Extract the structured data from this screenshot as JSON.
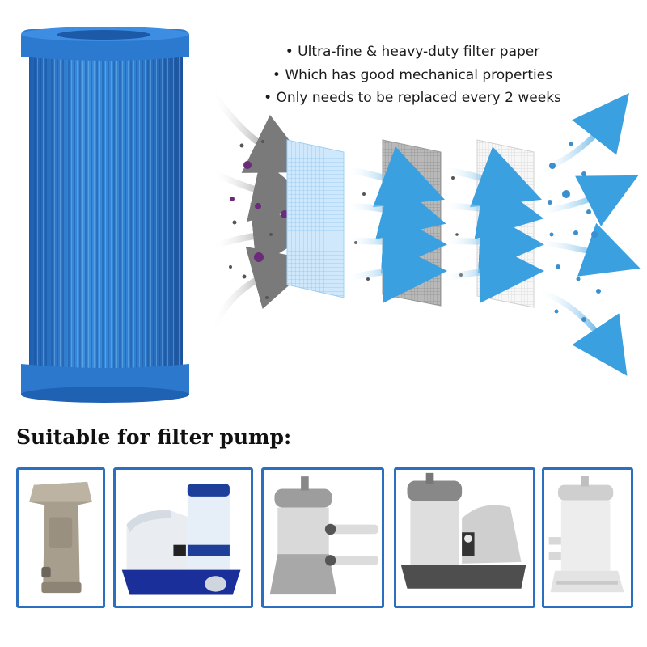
{
  "features": [
    "Ultra-fine & heavy-duty filter paper",
    "Which has good mechanical properties",
    "Only needs to be replaced every 2 weeks"
  ],
  "section_heading": "Suitable for filter pump:",
  "colors": {
    "filter_blue": "#2f7fd0",
    "card_border": "#2a6fc0",
    "arrow_blue": "#3aa0e0",
    "impurity_purple": "#6b2a7a"
  },
  "filter_layers": [
    "blue-mesh",
    "grey-mesh",
    "white-mesh"
  ],
  "pumps": [
    "skimmer-pump",
    "blue-base-cartridge-pump",
    "grey-cartridge-pump",
    "dark-base-cartridge-pump",
    "white-cartridge-pump"
  ]
}
